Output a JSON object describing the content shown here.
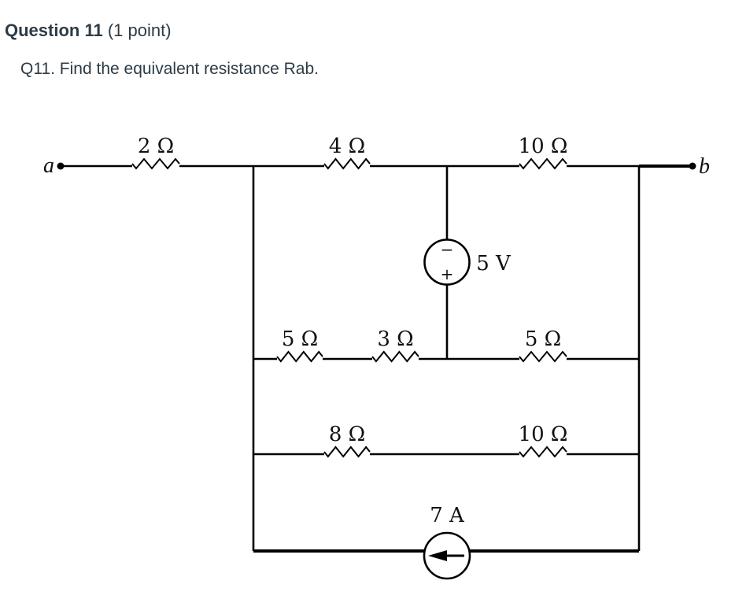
{
  "question": {
    "title": "Question 11",
    "points": "(1 point)",
    "text": "Q11. Find the equivalent resistance Rab."
  },
  "circuit": {
    "terminal_a": "a",
    "terminal_b": "b",
    "resistors": {
      "r_top_left": "2 Ω",
      "r_top_mid": "4 Ω",
      "r_top_right": "10 Ω",
      "r_mid_left": "5 Ω",
      "r_mid_center": "3 Ω",
      "r_mid_right": "5 Ω",
      "r_low_left": "8 Ω",
      "r_low_right": "10 Ω"
    },
    "voltage_source": {
      "label": "5 V",
      "minus": "−",
      "plus": "+"
    },
    "current_source": {
      "label": "7 A"
    }
  }
}
